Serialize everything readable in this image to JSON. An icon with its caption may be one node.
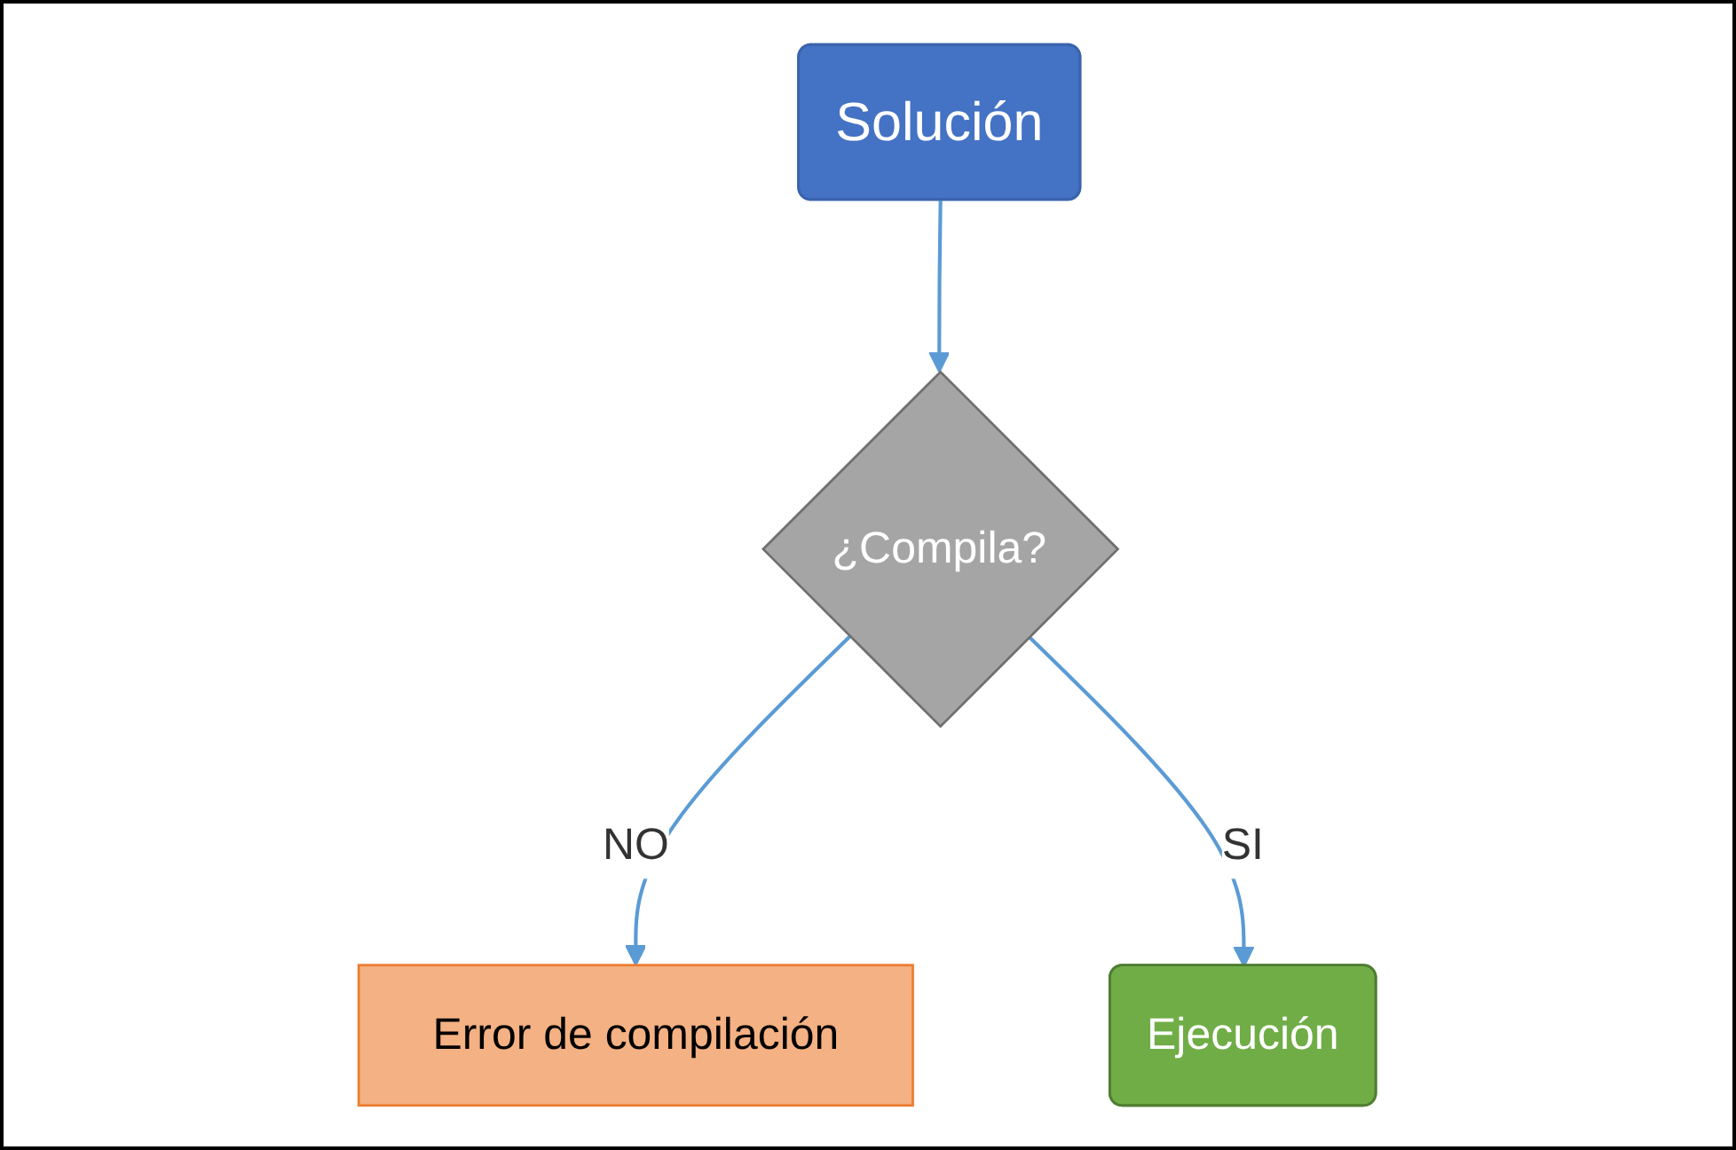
{
  "diagram": {
    "nodes": [
      {
        "text": [
          "Solución"
        ]
      },
      {
        "text": [
          "¿Compila?"
        ]
      },
      {
        "text": [
          "Error de compilación"
        ]
      },
      {
        "text": [
          "Ejecución"
        ]
      }
    ],
    "edges": [
      {
        "from": 0,
        "to": 1,
        "arrow": "to"
      },
      {
        "from": 1,
        "to": 2,
        "arrow": "to",
        "label": "NO"
      },
      {
        "from": 1,
        "to": 3,
        "arrow": "to",
        "label": "SI"
      }
    ]
  }
}
